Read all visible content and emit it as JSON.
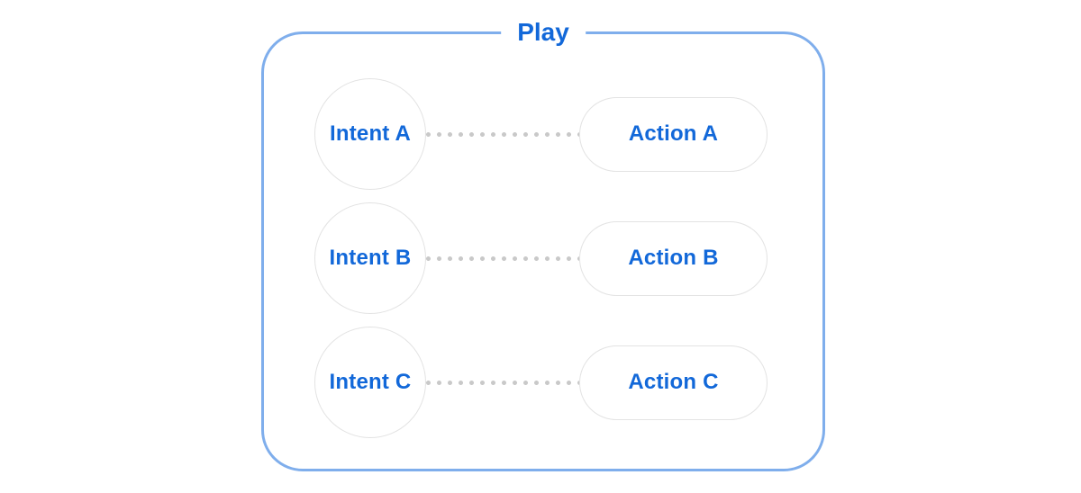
{
  "title": "Play",
  "colors": {
    "accent_blue": "#1268d9",
    "frame_blue": "#7faeec",
    "node_border": "#e3e3e3",
    "dot_gray": "#c9c9c9"
  },
  "rows": [
    {
      "intent": "Intent A",
      "action": "Action A"
    },
    {
      "intent": "Intent B",
      "action": "Action B"
    },
    {
      "intent": "Intent C",
      "action": "Action C"
    }
  ]
}
